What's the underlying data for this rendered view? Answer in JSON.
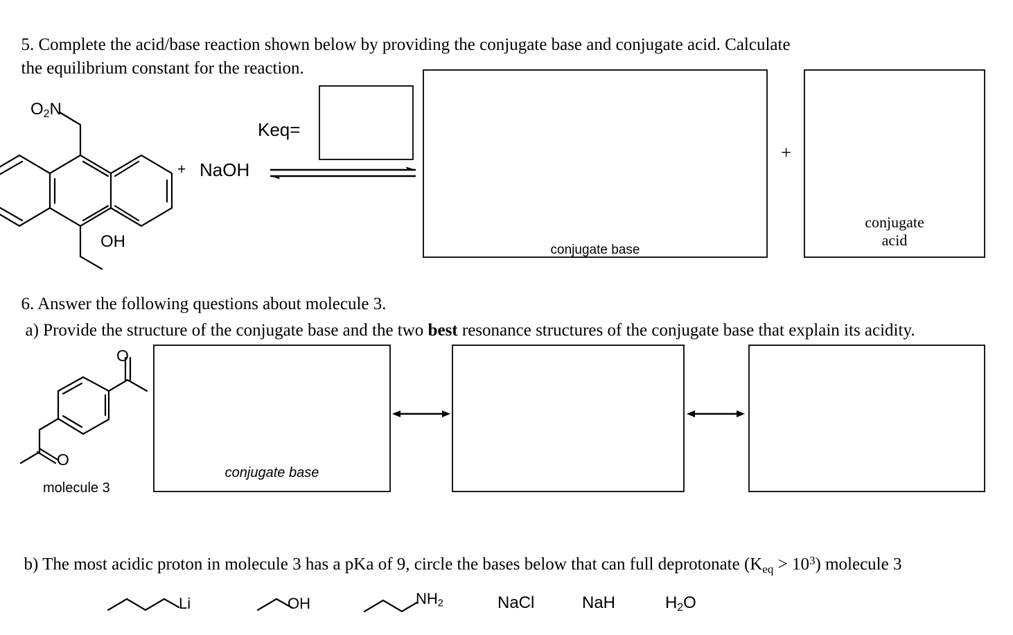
{
  "question5": {
    "number": "5.",
    "line1": "5. Complete the acid/base reaction shown below by providing the conjugate base and conjugate acid. Calculate",
    "line2": "the equilibrium constant for the reaction.",
    "reactant_molecule": {
      "name": "10-(nitromethyl)anthracen-9-yl-methanol",
      "top_label": "O2N",
      "top_label_text": "O",
      "top_label_sub": "2",
      "top_label_tail": "N",
      "bottom_label": "OH"
    },
    "plus_sign": "+",
    "base_reagent": "NaOH",
    "keq_label": "Keq=",
    "keq_answer_value": "",
    "arrow_type": "equilibrium-double-arrow",
    "product_box_label": "conjugate base",
    "product_plus": "+",
    "conjugate_acid_label_line1": "conjugate",
    "conjugate_acid_label_line2": "acid",
    "conjugate_acid_answer_value": ""
  },
  "question6": {
    "heading": "6. Answer the following questions about molecule 3.",
    "part_a": {
      "prefix": "a) Provide the structure of the conjugate base and the two ",
      "bold": "best",
      "suffix": " resonance structures of the conjugate base that explain its acidity."
    },
    "molecule3_label": "molecule 3",
    "molecule3_atoms": {
      "ketone_top": "O",
      "ketone_bottom": "O"
    },
    "resonance_box1_label": "conjugate base",
    "resonance_box1_value": "",
    "resonance_box2_value": "",
    "resonance_box3_value": "",
    "resonance_arrow": "double-headed-arrow",
    "part_b": {
      "prefix": "b) The most acidic proton in molecule 3 has a pKa of 9, circle the bases below that can full deprotonate (K",
      "sub": "eq",
      "middle": " > 10",
      "sup": "3",
      "suffix": ") molecule 3"
    },
    "bases": [
      {
        "id": "butyllithium",
        "label": "Li",
        "type": "skeletal-chain-4-carbon"
      },
      {
        "id": "ethanol",
        "label": "OH",
        "type": "skeletal-chain-2-carbon"
      },
      {
        "id": "propylamine",
        "label_text": "NH",
        "label_sub": "2",
        "type": "skeletal-chain-3-carbon"
      },
      {
        "id": "sodium-chloride",
        "label": "NaCl",
        "type": "formula"
      },
      {
        "id": "sodium-hydride",
        "label": "NaH",
        "type": "formula"
      },
      {
        "id": "water",
        "label_text": "H",
        "label_sub": "2",
        "label_tail": "O",
        "type": "formula"
      }
    ]
  },
  "colors": {
    "ink": "#000000",
    "box_border": "#1a1a1a",
    "page_background": "#ffffff"
  }
}
